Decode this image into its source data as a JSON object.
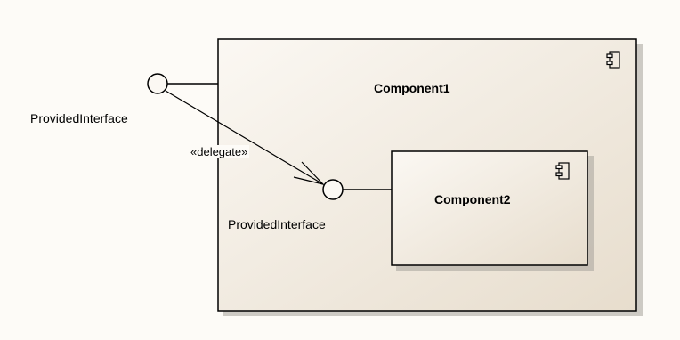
{
  "diagram": {
    "component1": {
      "name": "Component1",
      "icon": "component-icon"
    },
    "component2": {
      "name": "Component2",
      "icon": "component-icon"
    },
    "outer_interface": {
      "name": "ProvidedInterface"
    },
    "inner_interface": {
      "name": "ProvidedInterface"
    },
    "delegate_connector": {
      "stereotype": "«delegate»"
    },
    "colors": {
      "canvas_bg": "#fdfbf7",
      "component_fill_light": "#fbf8f3",
      "component_fill_dark": "#e7ddcd",
      "component_border": "#000000",
      "shadow": "#9c9890"
    }
  }
}
